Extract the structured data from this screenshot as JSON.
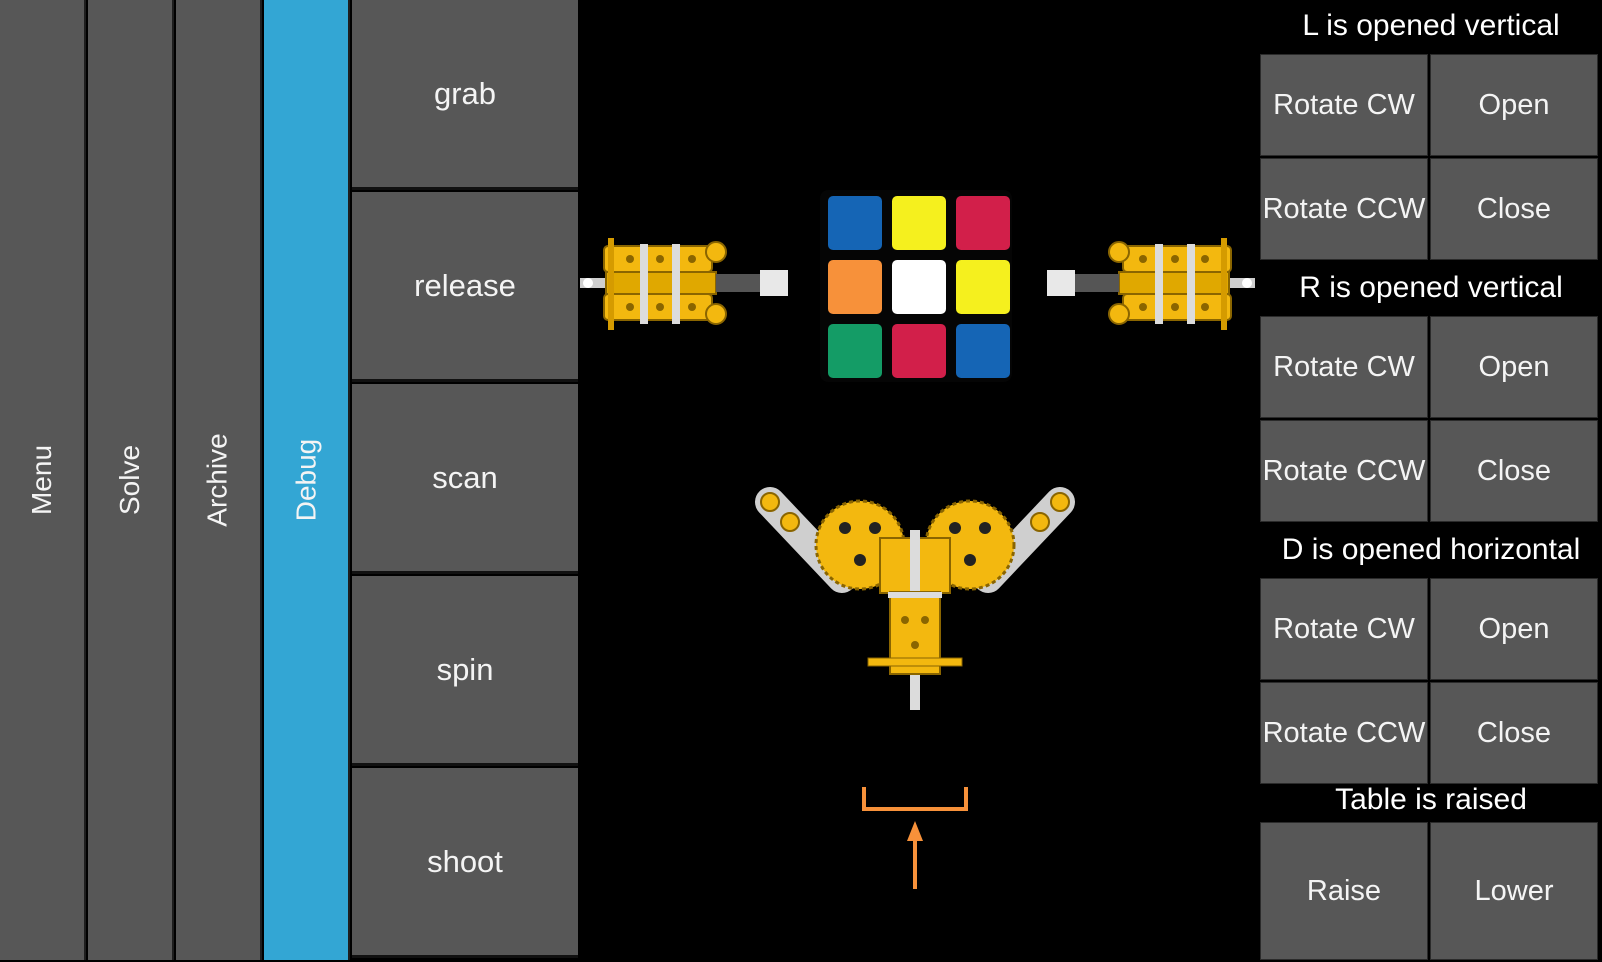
{
  "nav": {
    "tabs": [
      {
        "label": "Menu"
      },
      {
        "label": "Solve"
      },
      {
        "label": "Archive"
      },
      {
        "label": "Debug"
      }
    ],
    "active_tab": "Debug"
  },
  "actions": [
    "grab",
    "release",
    "scan",
    "spin",
    "shoot"
  ],
  "cube": {
    "stickers": [
      "#1565b5",
      "#f5f01e",
      "#d21f4a",
      "#f7913a",
      "#ffffff",
      "#f5f01e",
      "#149c66",
      "#d21f4a",
      "#1565b5"
    ]
  },
  "controls": {
    "L": {
      "status": "L is opened vertical",
      "rotate_cw": "Rotate CW",
      "rotate_ccw": "Rotate CCW",
      "open": "Open",
      "close": "Close"
    },
    "R": {
      "status": "R is opened vertical",
      "rotate_cw": "Rotate CW",
      "rotate_ccw": "Rotate CCW",
      "open": "Open",
      "close": "Close"
    },
    "D": {
      "status": "D is opened horizontal",
      "rotate_cw": "Rotate CW",
      "rotate_ccw": "Rotate CCW",
      "open": "Open",
      "close": "Close"
    },
    "table": {
      "status": "Table is raised",
      "raise": "Raise",
      "lower": "Lower"
    }
  },
  "colors": {
    "active_tab": "#33a6d4",
    "button": "#575757",
    "gripper": "#f3b80f",
    "arrow": "#f7913a"
  }
}
